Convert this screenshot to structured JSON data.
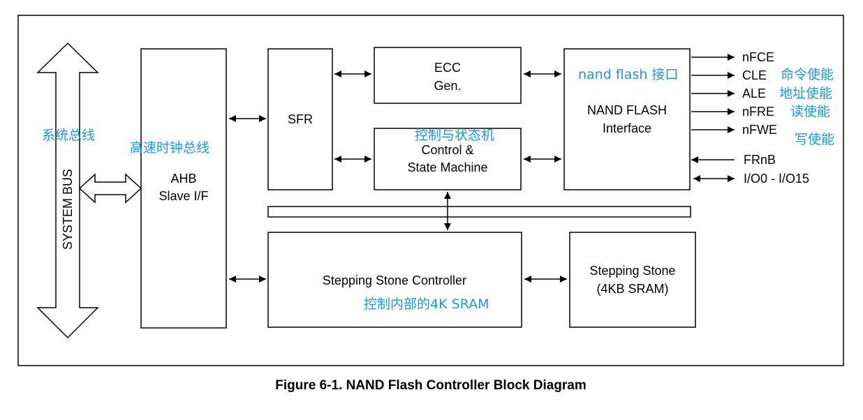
{
  "blocks": {
    "system_bus": "SYSTEM BUS",
    "ahb_line1": "AHB",
    "ahb_line2": "Slave I/F",
    "sfr": "SFR",
    "ecc_line1": "ECC",
    "ecc_line2": "Gen.",
    "control_line1": "Control &",
    "control_line2": "State Machine",
    "nand_line1": "NAND FLASH",
    "nand_line2": "Interface",
    "ssc": "Stepping Stone Controller",
    "ss_line1": "Stepping Stone",
    "ss_line2": "(4KB SRAM)"
  },
  "signals": {
    "nfce": "nFCE",
    "cle": "CLE",
    "ale": "ALE",
    "nfre": "nFRE",
    "nfwe": "nFWE",
    "frnb": "FRnB",
    "io": "I/O0 - I/O15"
  },
  "annotations": {
    "system_bus": "系统总线",
    "ahb": "高速时钟总线",
    "control": "控制与状态机",
    "nand": "nand flash 接口",
    "cle": "命令使能",
    "ale": "地址使能",
    "nfre": "读使能",
    "nfwe": "写使能",
    "ssc": "控制内部的4K SRAM"
  },
  "caption": "Figure 6-1. NAND Flash Controller Block Diagram",
  "colors": {
    "annotation": "#1a9ad6",
    "line": "#000000"
  }
}
